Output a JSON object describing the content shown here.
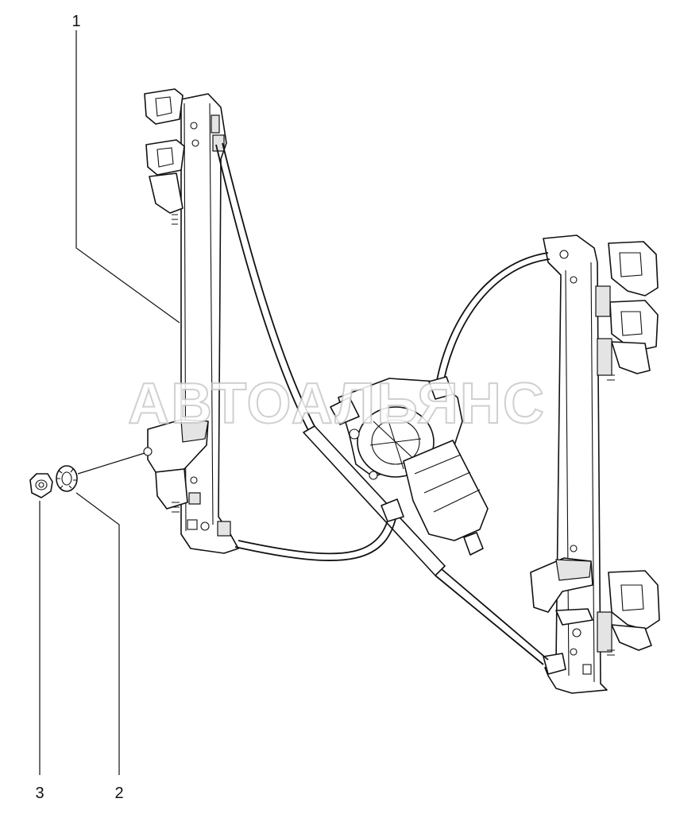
{
  "watermark": {
    "text": "АВТОАЛЬЯНС"
  },
  "callouts": [
    {
      "id": "1",
      "label": "1"
    },
    {
      "id": "2",
      "label": "2"
    },
    {
      "id": "3",
      "label": "3"
    }
  ],
  "colors": {
    "line": "#111111",
    "background": "#ffffff",
    "watermark_outline": "#c8c8c8"
  }
}
